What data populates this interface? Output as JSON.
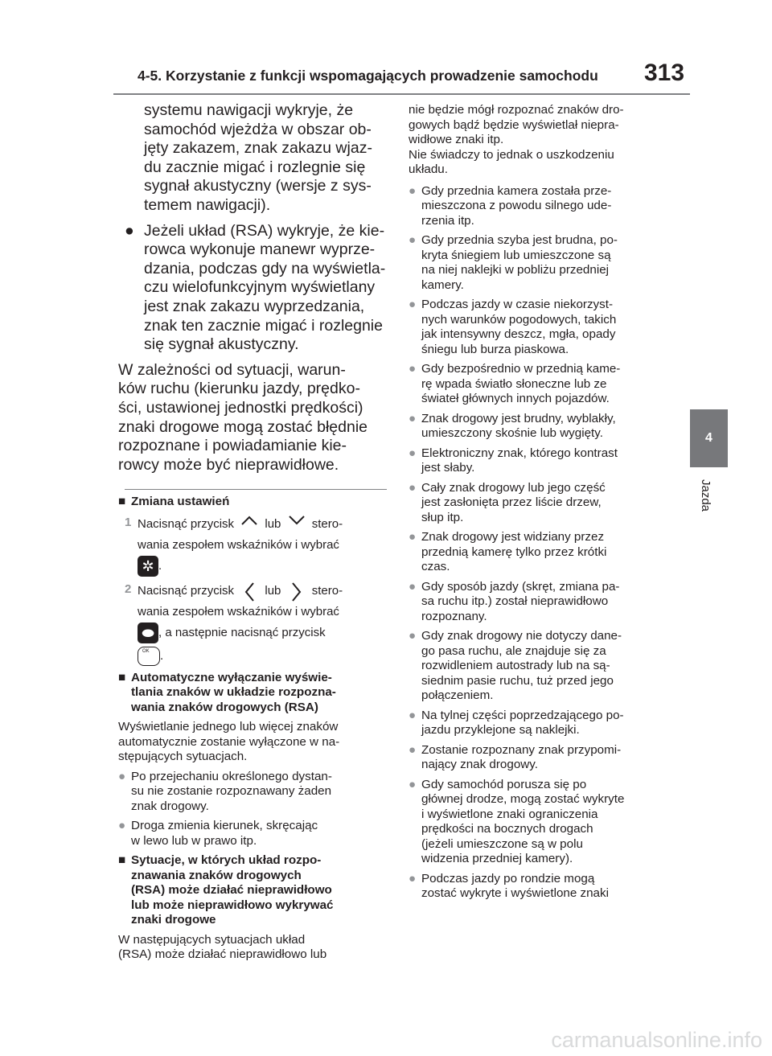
{
  "header": {
    "title": "4-5. Korzystanie z funkcji wspomagających prowadzenie samochodu",
    "page_number": "313"
  },
  "side_tab": {
    "number": "4",
    "label": "Jazda"
  },
  "left": {
    "cont": [
      "systemu nawigacji wykryje, że",
      "samochód wjeżdża w obszar ob-",
      "jęty zakazem, znak zakazu wjaz-",
      "du zacznie migać i rozlegnie się",
      "sygnał akustyczny (wersje z sys-",
      "temem nawigacji)."
    ],
    "bullet": [
      "Jeżeli układ (RSA) wykryje, że kie-",
      "rowca wykonuje manewr wyprze-",
      "dzania, podczas gdy na wyświetla-",
      "czu wielofunkcyjnym wyświetlany",
      "jest znak zakazu wyprzedzania,",
      "znak ten zacznie migać i rozlegnie",
      "się sygnał akustyczny."
    ],
    "para": [
      "W zależności od sytuacji, warun-",
      "ków ruchu (kierunku jazdy, prędko-",
      "ści, ustawionej jednostki prędkości)",
      "znaki drogowe mogą zostać błędnie",
      "rozpoznane i powiadamianie kie-",
      "rowcy może być nieprawidłowe."
    ],
    "sec1": "Zmiana ustawień",
    "step1": {
      "num": "1",
      "a": "Nacisnąć przycisk",
      "b": "lub",
      "c": "stero-",
      "line2": "wania zespołem wskaźników i wybrać",
      "end": "."
    },
    "step2": {
      "num": "2",
      "a": "Nacisnąć przycisk",
      "b": "lub",
      "c": "stero-",
      "line2": "wania zespołem wskaźników i wybrać",
      "line3": ", a następnie nacisnąć przycisk",
      "end": "."
    },
    "ok_label": "OK",
    "sec2": [
      "Automatyczne wyłączanie wyświe-",
      "tlania znaków w układzie rozpozna-",
      "wania znaków drogowych (RSA)"
    ],
    "sec2_text": [
      "Wyświetlanie jednego lub więcej znaków",
      "automatycznie zostanie wyłączone w na-",
      "stępujących sytuacjach."
    ],
    "sec2_bullets": [
      [
        "Po przejechaniu określonego dystan-",
        "su nie zostanie rozpoznawany żaden",
        "znak drogowy."
      ],
      [
        "Droga zmienia kierunek, skręcając",
        "w lewo lub w prawo itp."
      ]
    ],
    "sec3": [
      "Sytuacje, w których układ rozpo-",
      "znawania znaków drogowych",
      "(RSA) może działać nieprawidłowo",
      "lub może nieprawidłowo wykrywać",
      "znaki drogowe"
    ],
    "sec3_text": [
      "W następujących sytuacjach układ",
      "(RSA) może działać nieprawidłowo lub"
    ]
  },
  "right": {
    "intro": [
      "nie będzie mógł rozpoznać znaków dro-",
      "gowych bądź będzie wyświetlał niepra-",
      "widłowe znaki itp.",
      "Nie świadczy to jednak o uszkodzeniu",
      "układu."
    ],
    "bullets": [
      [
        "Gdy przednia kamera została prze-",
        "mieszczona z powodu silnego ude-",
        "rzenia itp."
      ],
      [
        "Gdy przednia szyba jest brudna, po-",
        "kryta śniegiem lub umieszczone są",
        "na niej naklejki w pobliżu przedniej",
        "kamery."
      ],
      [
        "Podczas jazdy w czasie niekorzyst-",
        "nych warunków pogodowych, takich",
        "jak intensywny deszcz, mgła, opady",
        "śniegu lub burza piaskowa."
      ],
      [
        "Gdy bezpośrednio w przednią kame-",
        "rę wpada światło słoneczne lub ze",
        "świateł głównych innych pojazdów."
      ],
      [
        "Znak drogowy jest brudny, wyblakły,",
        "umieszczony skośnie lub wygięty."
      ],
      [
        "Elektroniczny znak, którego kontrast",
        "jest słaby."
      ],
      [
        "Cały znak drogowy lub jego część",
        "jest zasłonięta przez liście drzew,",
        "słup itp."
      ],
      [
        "Znak drogowy jest widziany przez",
        "przednią kamerę tylko przez krótki",
        "czas."
      ],
      [
        "Gdy sposób jazdy (skręt, zmiana pa-",
        "sa ruchu itp.) został nieprawidłowo",
        "rozpoznany."
      ],
      [
        "Gdy znak drogowy nie dotyczy dane-",
        "go pasa ruchu, ale znajduje się za",
        "rozwidleniem autostrady lub na są-",
        "siednim pasie ruchu, tuż przed jego",
        "połączeniem."
      ],
      [
        "Na tylnej części poprzedzającego po-",
        "jazdu przyklejone są naklejki."
      ],
      [
        "Zostanie rozpoznany znak przypomi-",
        "nający znak drogowy."
      ],
      [
        "Gdy samochód porusza się po",
        "głównej drodze, mogą zostać wykryte",
        "i wyświetlone znaki ograniczenia",
        "prędkości na bocznych drogach",
        "(jeżeli umieszczone są w polu",
        "widzenia przedniej kamery)."
      ],
      [
        "Podczas jazdy po rondzie mogą",
        "zostać wykryte i wyświetlone znaki"
      ]
    ]
  },
  "watermark": "carmanualsonline.info"
}
